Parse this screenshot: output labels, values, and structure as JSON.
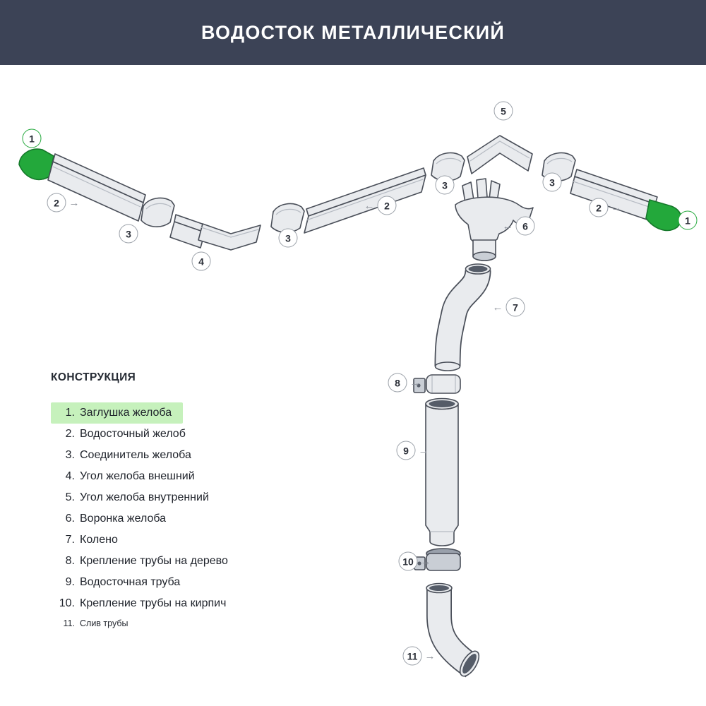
{
  "header": {
    "title": "ВОДОСТОК МЕТАЛЛИЧЕСКИЙ"
  },
  "colors": {
    "header_bg": "#3c4356",
    "header_text": "#ffffff",
    "accent_green": "#23a83b",
    "part_fill": "#e9ebee",
    "part_stroke": "#4a4f59",
    "highlight": "#c6f1bc",
    "callout_border": "#9aa0a8",
    "callout_text": "#2b2f38"
  },
  "legend": {
    "heading": "КОНСТРУКЦИЯ",
    "items": [
      {
        "num": "1.",
        "label": "Заглушка желоба"
      },
      {
        "num": "2.",
        "label": "Водосточный желоб"
      },
      {
        "num": "3.",
        "label": "Соединитель желоба"
      },
      {
        "num": "4.",
        "label": "Угол желоба внешний"
      },
      {
        "num": "5.",
        "label": "Угол желоба внутренний"
      },
      {
        "num": "6.",
        "label": "Воронка желоба"
      },
      {
        "num": "7.",
        "label": "Колено"
      },
      {
        "num": "8.",
        "label": "Крепление трубы на дерево"
      },
      {
        "num": "9.",
        "label": "Водосточная труба"
      },
      {
        "num": "10.",
        "label": "Крепление трубы на кирпич"
      },
      {
        "num": "11.",
        "label": "Слив трубы"
      }
    ]
  },
  "diagram": {
    "callouts": [
      {
        "num": "1",
        "part": "gutter-end-cap-left"
      },
      {
        "num": "2",
        "part": "gutter-left",
        "arrow": "→"
      },
      {
        "num": "3",
        "part": "gutter-connector-left"
      },
      {
        "num": "4",
        "part": "outer-corner"
      },
      {
        "num": "3",
        "part": "gutter-connector-mid-left"
      },
      {
        "num": "2",
        "part": "gutter-middle",
        "arrow": "←"
      },
      {
        "num": "3",
        "part": "gutter-connector-mid-right"
      },
      {
        "num": "5",
        "part": "inner-corner"
      },
      {
        "num": "3",
        "part": "gutter-connector-right"
      },
      {
        "num": "2",
        "part": "gutter-right",
        "arrow": "→"
      },
      {
        "num": "1",
        "part": "gutter-end-cap-right"
      },
      {
        "num": "6",
        "part": "funnel",
        "arrow": "←"
      },
      {
        "num": "7",
        "part": "elbow",
        "arrow": "←"
      },
      {
        "num": "8",
        "part": "wood-bracket",
        "arrow": "→"
      },
      {
        "num": "9",
        "part": "downpipe",
        "arrow": "→"
      },
      {
        "num": "10",
        "part": "brick-bracket",
        "arrow": "→"
      },
      {
        "num": "11",
        "part": "outlet",
        "arrow": "→"
      }
    ]
  }
}
